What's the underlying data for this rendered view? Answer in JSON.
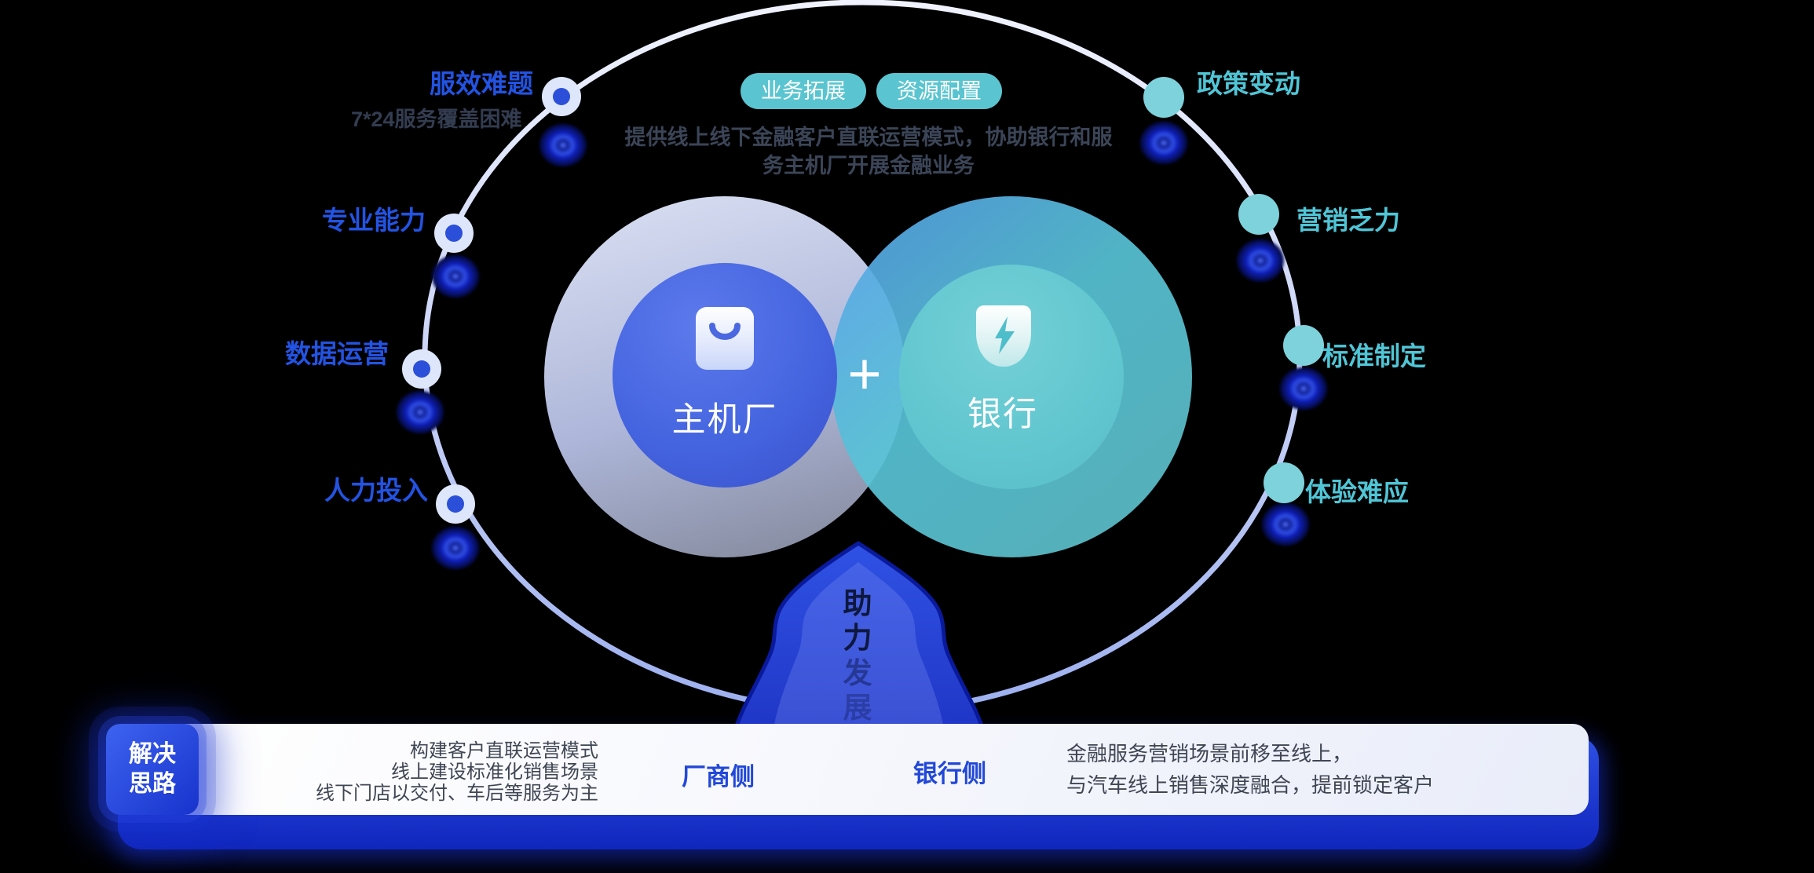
{
  "header": {
    "pills": [
      {
        "label": "业务拓展"
      },
      {
        "label": "资源配置"
      }
    ],
    "description_line1": "提供线上线下金融客户直联运营模式，协助银行和服",
    "description_line2": "务主机厂开展金融业务"
  },
  "left_labels": [
    {
      "text": "服效难题",
      "subtitle": "7*24服务覆盖困难"
    },
    {
      "text": "专业能力"
    },
    {
      "text": "数据运营"
    },
    {
      "text": "人力投入"
    }
  ],
  "right_labels": [
    {
      "text": "政策变动"
    },
    {
      "text": "营销乏力"
    },
    {
      "text": "标准制定"
    },
    {
      "text": "体验难应"
    }
  ],
  "venn": {
    "left_label": "主机厂",
    "right_label": "银行",
    "plus": "+",
    "left_icon": "shopping-bag-icon",
    "right_icon": "shield-bolt-icon"
  },
  "arrow": {
    "chars": [
      "助",
      "力",
      "发",
      "展"
    ]
  },
  "bottom_bar": {
    "badge_line1": "解决",
    "badge_line2": "思路",
    "left_lines": [
      "构建客户直联运营模式",
      "线上建设标准化销售场景",
      "线下门店以交付、车后等服务为主"
    ],
    "factory_side_label": "厂商侧",
    "bank_side_label": "银行侧",
    "right_lines": [
      "金融服务营销场景前移至线上，",
      "与汽车线上销售深度融合，提前锁定客户"
    ]
  },
  "colors": {
    "label_blue": "#2353e2",
    "label_teal": "#50c5d6",
    "pill_teal": "#5ac5d0",
    "inner_circle_blue": "#4565e0",
    "inner_circle_teal": "#61c6cf",
    "bar_blue": "#2148d8",
    "background": "#000000"
  }
}
